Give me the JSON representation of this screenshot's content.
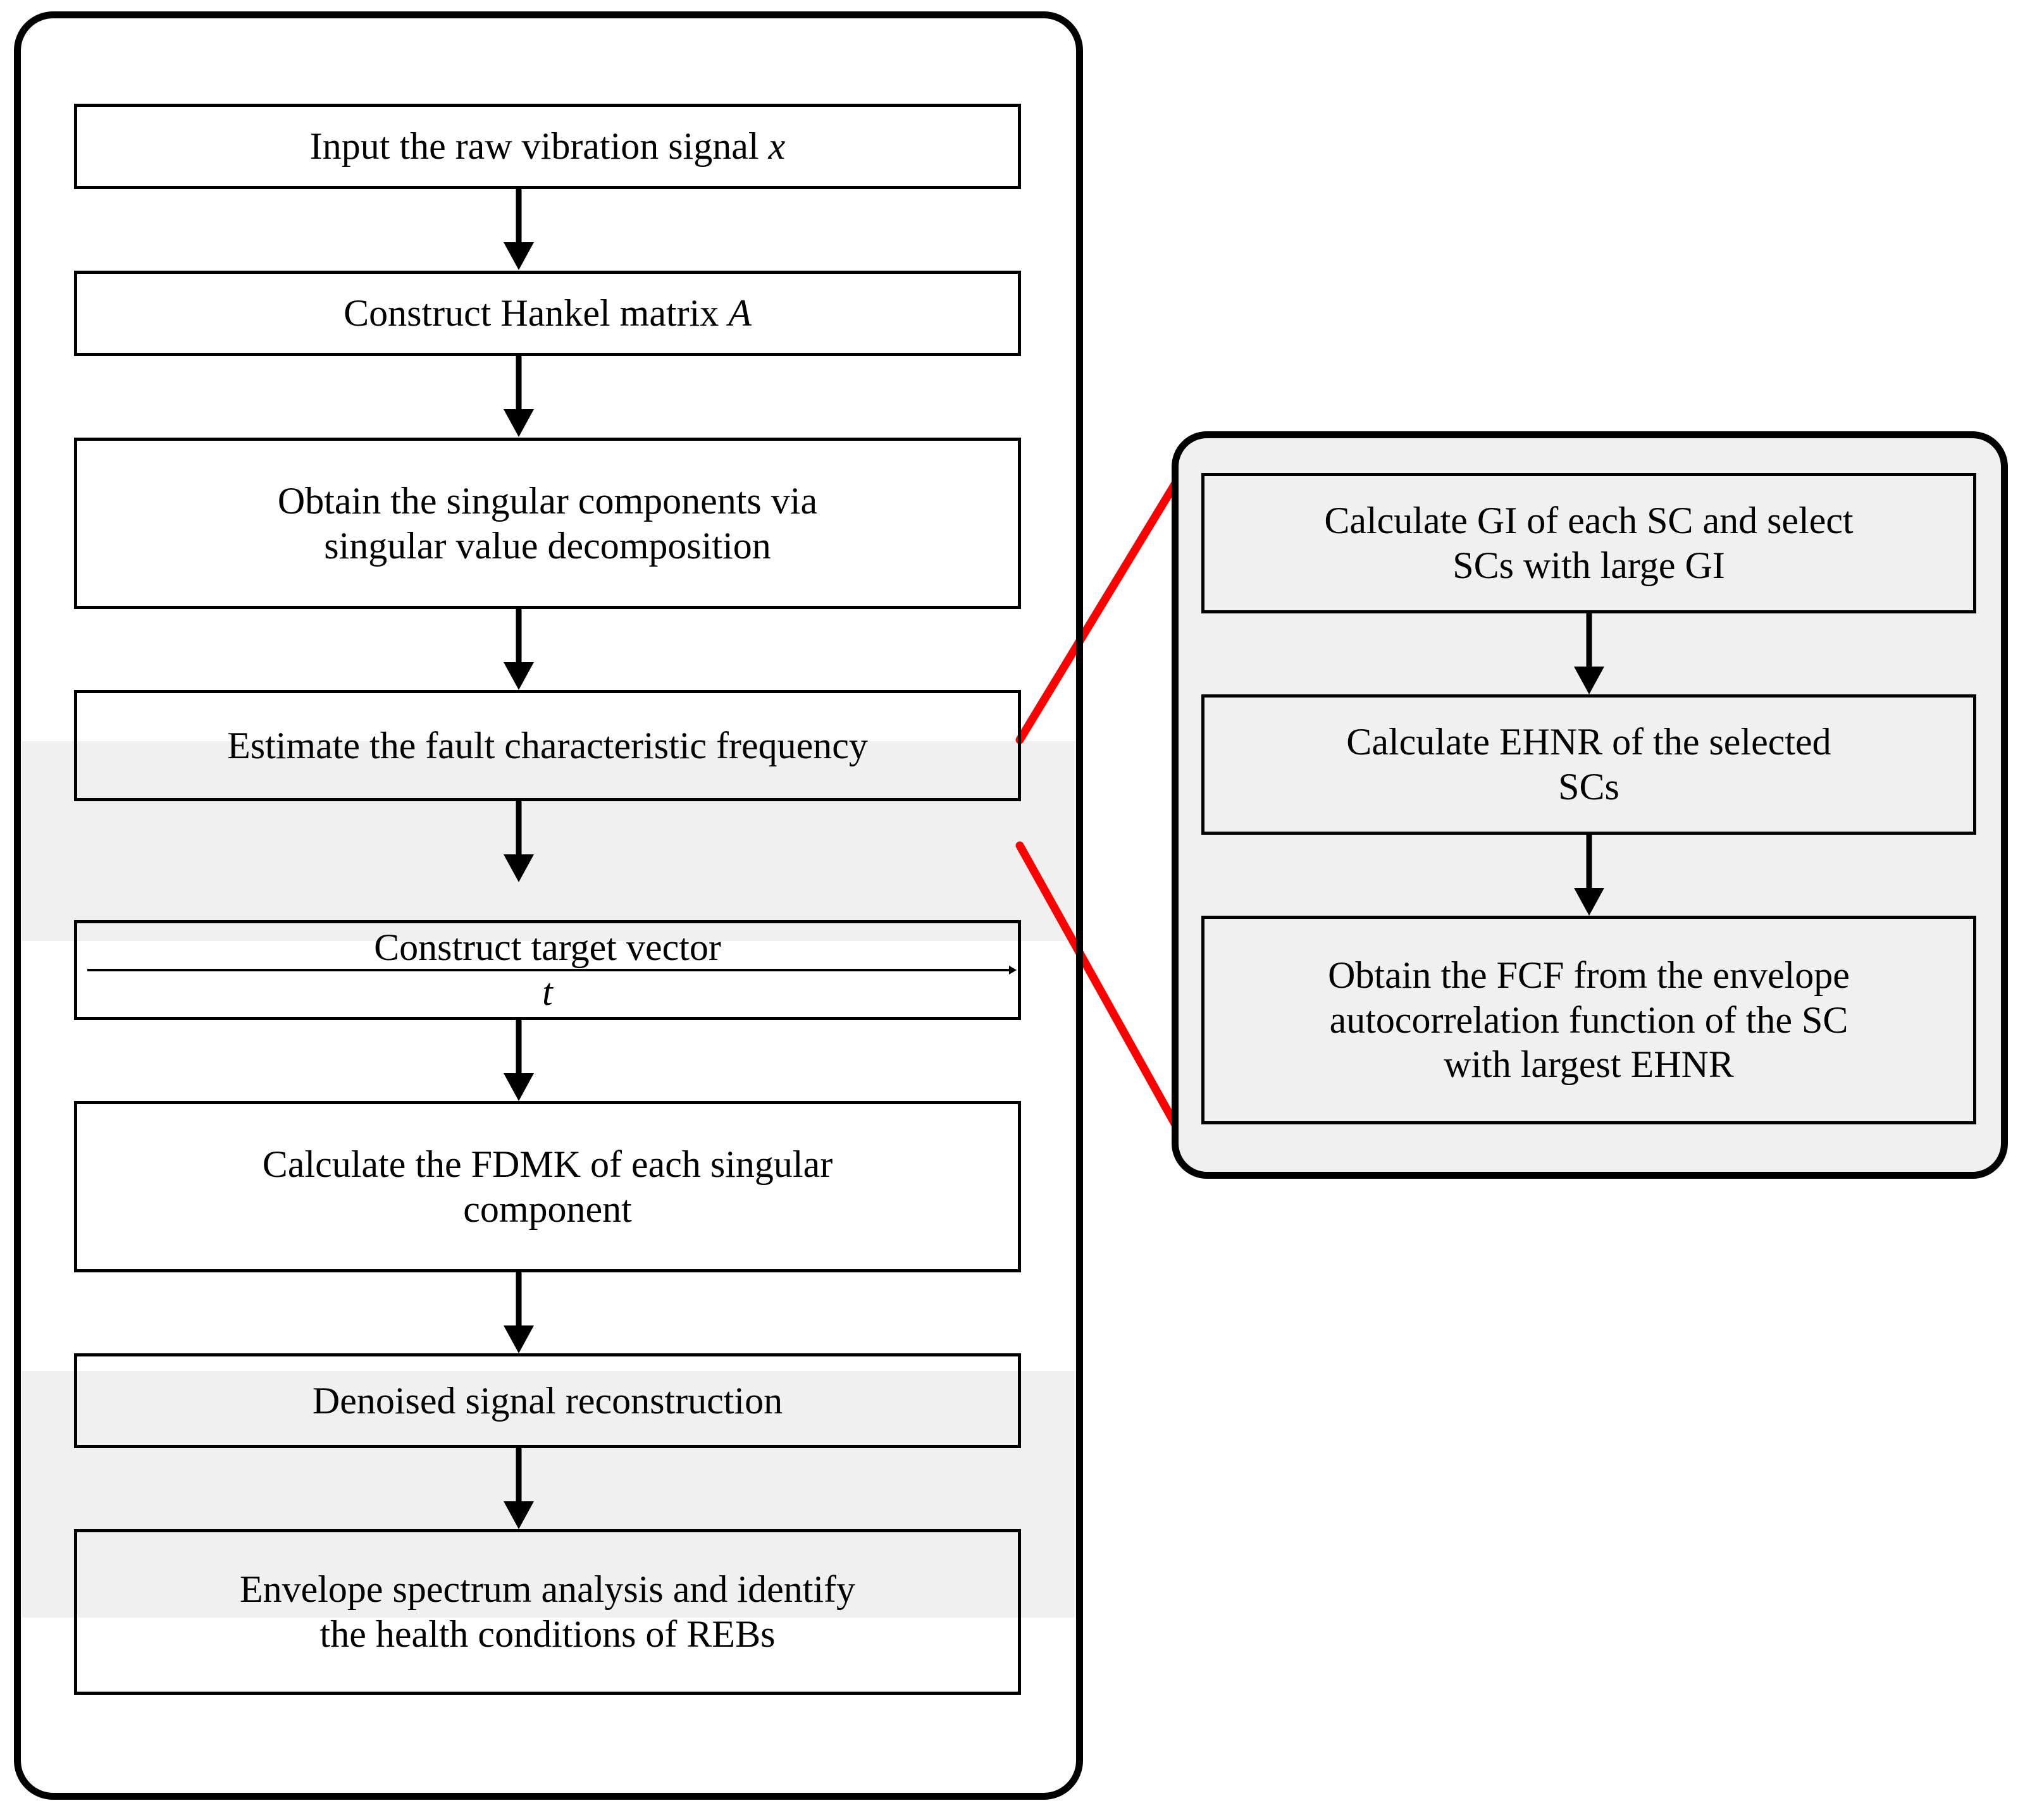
{
  "diagram": {
    "title": "FDMK-based rolling element bearing fault diagnosis flowchart",
    "colors": {
      "outline": "#000000",
      "connector_red": "#ff0000",
      "highlight_band": "#f0f0f0",
      "subpanel_fill": "#f0f0f0",
      "box_fill": "#ffffff",
      "text": "#000000"
    }
  },
  "main_flow": {
    "panel_name": "main-procedure-panel",
    "steps": [
      {
        "id": "step-input-signal",
        "text": "Input the raw vibration signal ",
        "italic_suffix": "x",
        "highlighted": false
      },
      {
        "id": "step-hankel-matrix",
        "text": "Construct Hankel matrix ",
        "italic_suffix": "A",
        "highlighted": false
      },
      {
        "id": "step-svd",
        "text": "Obtain the singular components via singular value decomposition",
        "italic_suffix": "",
        "highlighted": false
      },
      {
        "id": "step-estimate-fcf",
        "text": "Estimate the fault characteristic frequency",
        "italic_suffix": "",
        "highlighted": true
      },
      {
        "id": "step-target-vector",
        "text": "Construct target vector ",
        "italic_suffix": "t",
        "vector": true,
        "highlighted": false
      },
      {
        "id": "step-fdmk",
        "text": "Calculate the FDMK of each singular component",
        "italic_suffix": "",
        "highlighted": false
      },
      {
        "id": "step-denoise",
        "text": "Denoised signal reconstruction",
        "italic_suffix": "",
        "highlighted": false
      },
      {
        "id": "step-envelope-spectrum",
        "text": "Envelope spectrum analysis and identify the health conditions of REBs",
        "italic_suffix": "",
        "highlighted": true
      }
    ],
    "arrow_count": 7
  },
  "sub_flow": {
    "panel_name": "fcf-estimation-detail-panel",
    "linked_from": "step-estimate-fcf",
    "steps": [
      {
        "id": "sub-step-gi",
        "text": "Calculate GI of each SC and select SCs with large GI"
      },
      {
        "id": "sub-step-ehnr",
        "text": "Calculate EHNR of the selected SCs"
      },
      {
        "id": "sub-step-fcf",
        "text": "Obtain the FCF from the envelope autocorrelation function of the SC with largest EHNR"
      }
    ],
    "arrow_count": 2
  },
  "connectors": [
    {
      "id": "red-link-top",
      "color": "#ff0000",
      "from": "step-estimate-fcf-top-right",
      "to": "sub-panel-top-left"
    },
    {
      "id": "red-link-bottom",
      "color": "#ff0000",
      "from": "step-estimate-fcf-bottom-right",
      "to": "sub-panel-bottom-left"
    }
  ]
}
